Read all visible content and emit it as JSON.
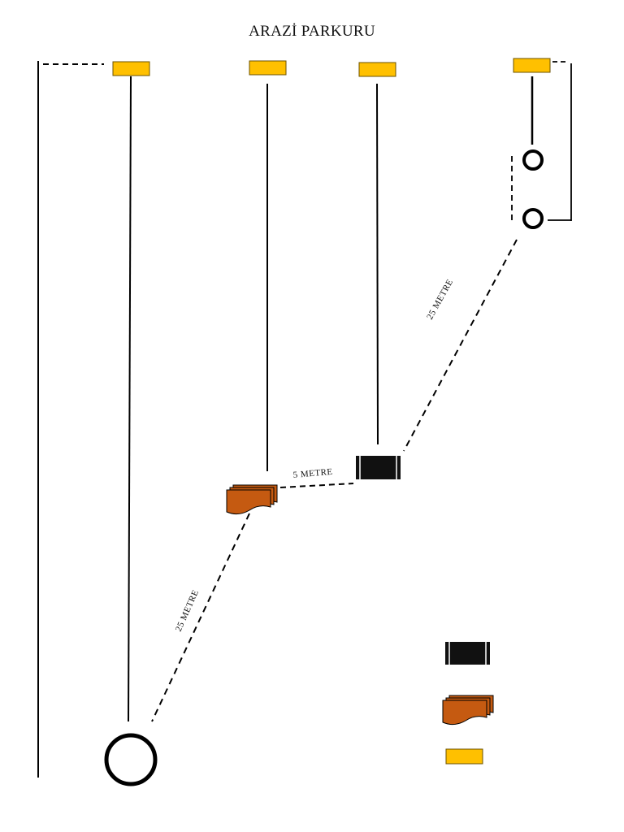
{
  "title": "ARAZİ PARKURU",
  "labels": {
    "upper_distance": "25 METRE",
    "middle_distance": "5 METRE",
    "lower_distance": "25 METRE"
  },
  "colors": {
    "flag": "#FFC000",
    "flag_border": "#6b5200",
    "hurdle": "#111111",
    "bricks": "#C55A11",
    "line": "#000000"
  },
  "icons": {
    "flag": "yellow-flag-icon",
    "hurdle": "black-hurdle-icon",
    "bricks": "brick-stack-icon",
    "ring": "ring-icon"
  }
}
